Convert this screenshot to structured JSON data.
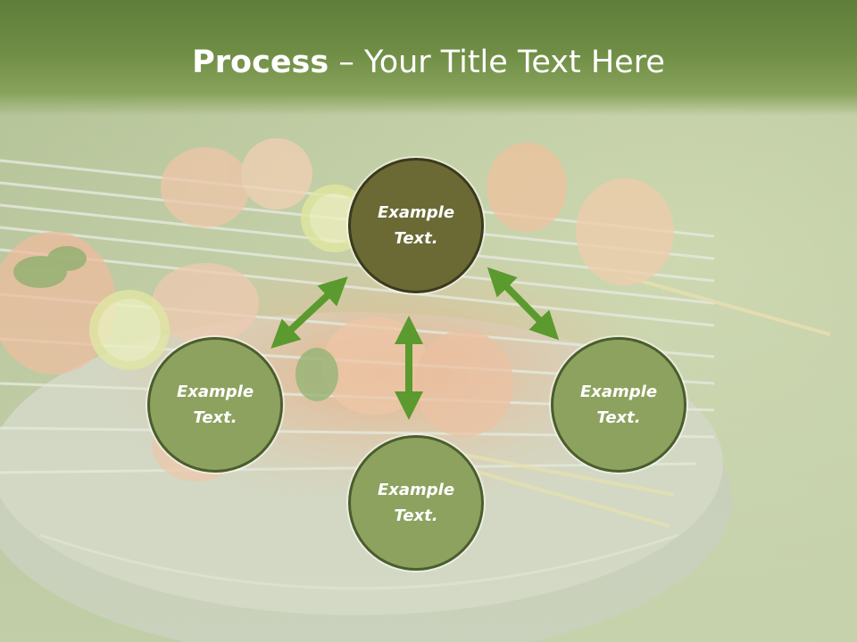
{
  "slide": {
    "title_bold": "Process",
    "title_rest": " – Your Title Text Here"
  },
  "diagram": {
    "nodes": [
      {
        "line1": "Example",
        "line2": "Text."
      },
      {
        "line1": "Example",
        "line2": "Text."
      },
      {
        "line1": "Example",
        "line2": "Text."
      },
      {
        "line1": "Example",
        "line2": "Text."
      }
    ]
  },
  "colors": {
    "header": "#6f8d45",
    "node_fill": "#8da25f",
    "node_fill_active": "#6b6a35",
    "arrow": "#5a9a2e"
  }
}
